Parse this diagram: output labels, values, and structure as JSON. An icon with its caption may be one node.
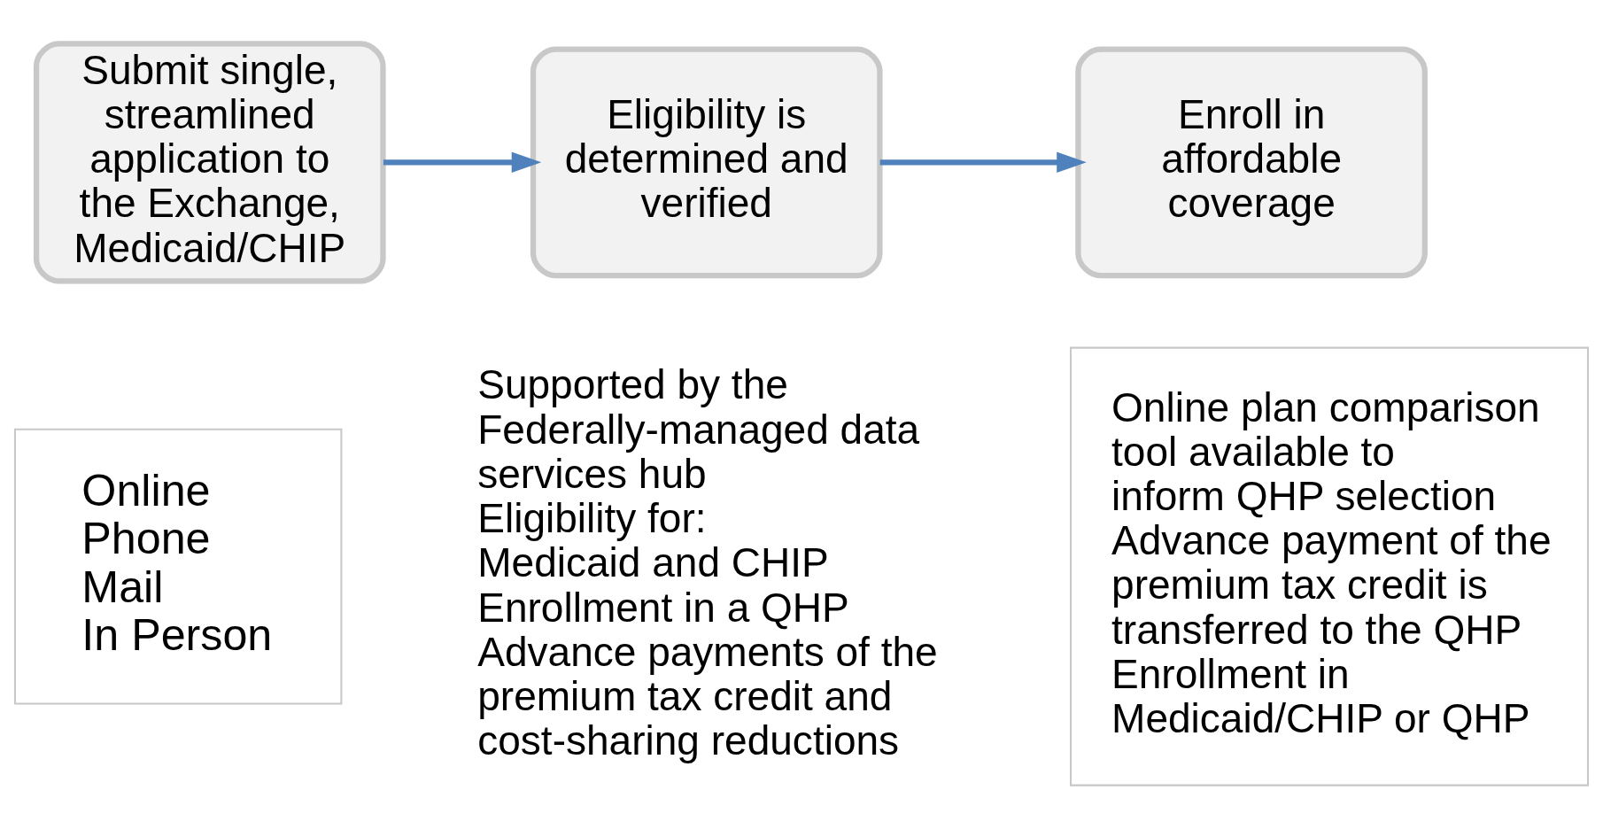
{
  "diagram": {
    "nodes": [
      {
        "text": [
          "Submit single, streamlined application to the Exchange, Medicaid/CHIP"
        ]
      },
      {
        "text": [
          "Eligibility is determined and verified"
        ]
      },
      {
        "text": [
          "Enroll in affordable coverage"
        ]
      },
      {
        "text": [
          "Online",
          "Phone",
          "Mail",
          "In Person"
        ]
      },
      {
        "text": [
          "Online plan comparison tool available to inform QHP selection",
          "Advance payment of the premium tax credit is transferred to the QHP",
          "Enrollment in Medicaid/CHIP or QHP"
        ]
      }
    ],
    "edges": [
      {
        "from": 0,
        "to": 1,
        "arrow": "to"
      },
      {
        "from": 1,
        "to": 2,
        "arrow": "to"
      }
    ],
    "labels": [
      "Supported by the Federally-managed data services hub",
      "Eligibility for:",
      "Medicaid and CHIP",
      "Enrollment in a QHP",
      "Advance payments of the premium tax credit and cost-sharing reductions"
    ]
  }
}
